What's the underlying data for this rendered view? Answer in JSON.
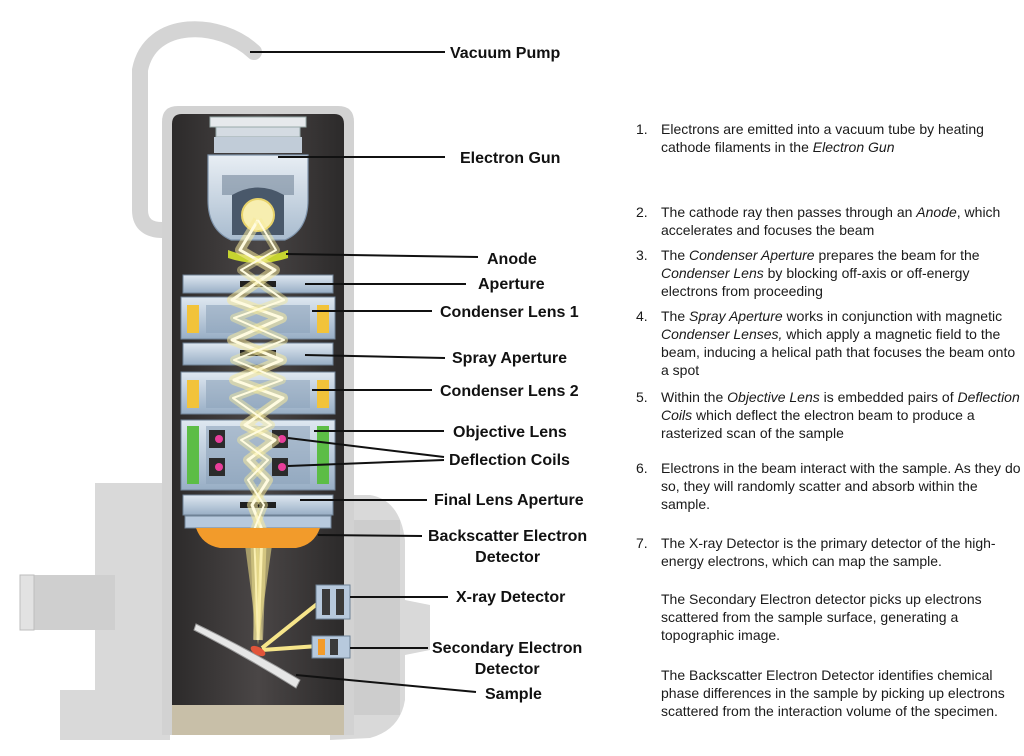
{
  "labels": {
    "vacuum_pump": "Vacuum Pump",
    "electron_gun": "Electron Gun",
    "anode": "Anode",
    "aperture": "Aperture",
    "condenser_lens_1": "Condenser Lens 1",
    "spray_aperture": "Spray Aperture",
    "condenser_lens_2": "Condenser Lens 2",
    "objective_lens": "Objective Lens",
    "deflection_coils": "Deflection Coils",
    "final_lens_aperture": "Final Lens Aperture",
    "backscatter_detector_1": "Backscatter Electron",
    "backscatter_detector_2": "Detector",
    "xray_detector": "X-ray Detector",
    "secondary_detector_1": "Secondary Electron",
    "secondary_detector_2": "Detector",
    "sample": "Sample"
  },
  "steps": [
    {
      "num": "1.",
      "segments": [
        {
          "text": "Electrons are emitted into a vacuum tube by heating cathode filaments in the "
        },
        {
          "text": "Electron Gun",
          "italic": true
        }
      ]
    },
    {
      "num": "2.",
      "segments": [
        {
          "text": "The cathode ray then passes through an "
        },
        {
          "text": "Anode",
          "italic": true
        },
        {
          "text": ", which accelerates and focuses the beam"
        }
      ]
    },
    {
      "num": "3.",
      "segments": [
        {
          "text": "The "
        },
        {
          "text": "Condenser Aperture",
          "italic": true
        },
        {
          "text": " prepares the beam for the "
        },
        {
          "text": "Condenser Lens",
          "italic": true
        },
        {
          "text": " by blocking off-axis or off-energy electrons from proceeding"
        }
      ]
    },
    {
      "num": "4.",
      "segments": [
        {
          "text": "The "
        },
        {
          "text": "Spray Aperture",
          "italic": true
        },
        {
          "text": " works in conjunction with magnetic "
        },
        {
          "text": "Condenser Lenses,",
          "italic": true
        },
        {
          "text": " which apply a magnetic field to the beam, inducing a helical path that focuses the beam onto a spot"
        }
      ]
    },
    {
      "num": "5.",
      "segments": [
        {
          "text": "Within the "
        },
        {
          "text": "Objective Lens",
          "italic": true
        },
        {
          "text": " is embedded pairs of "
        },
        {
          "text": "Deflection Coils",
          "italic": true
        },
        {
          "text": " which deflect the electron beam to produce a rasterized scan of the sample"
        }
      ]
    },
    {
      "num": "6.",
      "segments": [
        {
          "text": "Electrons in the beam interact with the sample. As they do so, they will randomly scatter and absorb within the sample."
        }
      ]
    },
    {
      "num": "7.",
      "segments": [
        {
          "text": "The X-ray Detector is the primary detector of the high-energy electrons, which can map the sample."
        }
      ]
    }
  ],
  "notes": [
    "The Secondary Electron detector picks up electrons scattered from the sample surface, generating a topographic image.",
    "The Backscatter Electron Detector identifies chemical phase differences in the sample by picking up electrons scattered from the interaction volume of the specimen."
  ],
  "colors": {
    "column": "#3b3838",
    "housing": "#d6d6d6",
    "beam": "#f6e58a",
    "anode": "#c6d430",
    "backscatter": "#f29b2b",
    "lens_blue": "#b7c9dd",
    "coil_yellow": "#f2c33a",
    "coil_green": "#5cbd46",
    "coil_pink": "#e83e9a"
  }
}
